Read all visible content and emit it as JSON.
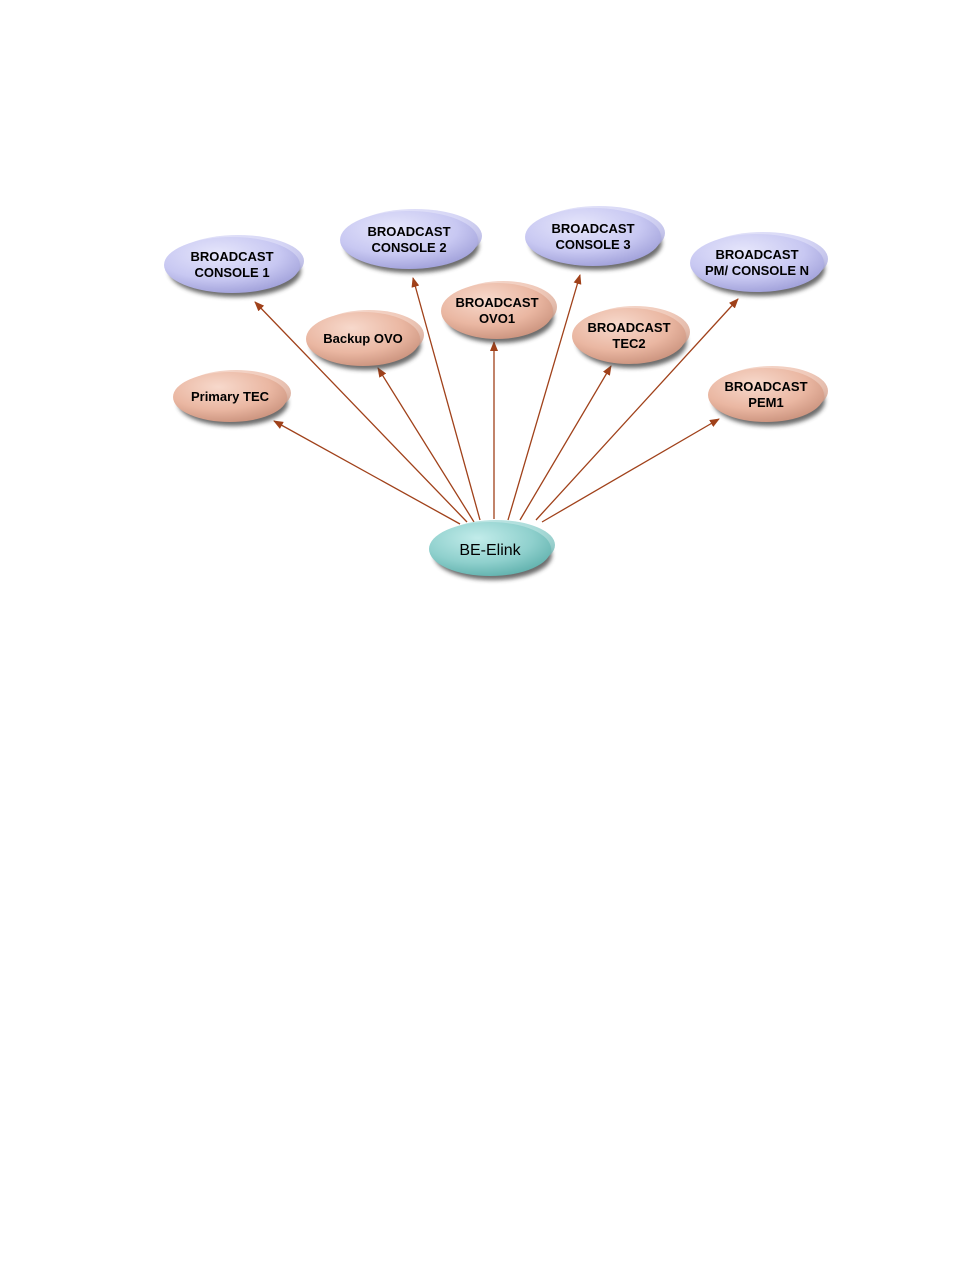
{
  "diagram": {
    "colors": {
      "console_fill": "#c8c8f2",
      "console_light": "#e6e6fb",
      "console_edge": "#9e9ed8",
      "salmon_fill": "#eab7a2",
      "salmon_light": "#f7d9cc",
      "salmon_edge": "#c9917c",
      "hub_fill": "#8fd0cd",
      "hub_light": "#c2ecea",
      "hub_edge": "#5fb0ac",
      "arrow": "#a0411a",
      "shadow": "#3a3a3a"
    },
    "hub": {
      "name": "be-elink",
      "label": "BE-Elink"
    },
    "nodes": [
      {
        "id": "broadcast-console-1",
        "lines": [
          "BROADCAST",
          "CONSOLE 1"
        ],
        "style": "console"
      },
      {
        "id": "broadcast-console-2",
        "lines": [
          "BROADCAST",
          "CONSOLE 2"
        ],
        "style": "console"
      },
      {
        "id": "broadcast-console-3",
        "lines": [
          "BROADCAST",
          "CONSOLE 3"
        ],
        "style": "console"
      },
      {
        "id": "broadcast-pm-console-n",
        "lines": [
          "BROADCAST",
          "PM/ CONSOLE N"
        ],
        "style": "console"
      },
      {
        "id": "backup-ovo",
        "lines": [
          "Backup OVO"
        ],
        "style": "salmon"
      },
      {
        "id": "broadcast-ovo1",
        "lines": [
          "BROADCAST",
          "OVO1"
        ],
        "style": "salmon"
      },
      {
        "id": "broadcast-tec2",
        "lines": [
          "BROADCAST",
          "TEC2"
        ],
        "style": "salmon"
      },
      {
        "id": "primary-tec",
        "lines": [
          "Primary TEC"
        ],
        "style": "salmon"
      },
      {
        "id": "broadcast-pem1",
        "lines": [
          "BROADCAST",
          "PEM1"
        ],
        "style": "salmon"
      }
    ]
  }
}
